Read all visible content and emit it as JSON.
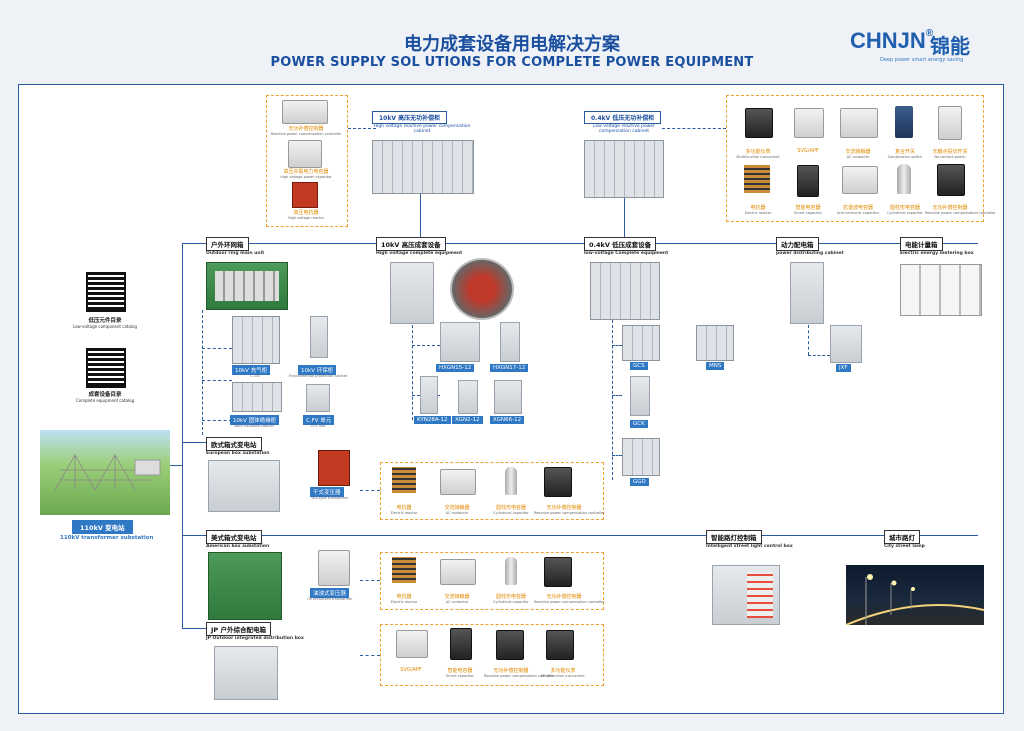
{
  "header": {
    "title_cn": "电力成套设备用电解决方案",
    "title_en": "POWER SUPPLY SOL UTIONS FOR COMPLETE POWER EQUIPMENT",
    "logo_text": "CHNJN",
    "logo_mark": "®",
    "logo_cn": "锦能",
    "slogan": "Deep power smart energy saving"
  },
  "catalogs": [
    {
      "cn": "低压元件目录",
      "en": "Low-voltage component catalog"
    },
    {
      "cn": "成套设备目录",
      "en": "Complete equipment catalog"
    }
  ],
  "substation": {
    "cn": "110kV 变电站",
    "en": "110kV transformer substation"
  },
  "hv_comp_items": [
    {
      "cn": "无功补偿控制器",
      "en": "Reactive power compensation controller"
    },
    {
      "cn": "高压并联电力电容器",
      "en": "High voltage power capacitor"
    },
    {
      "cn": "高压电抗器",
      "en": "High voltage reactor"
    }
  ],
  "hv_comp_cabinet": {
    "cn": "10kV 高压无功补偿柜",
    "en": "High voltage reactive power compensation cabinet"
  },
  "lv_comp_cabinet": {
    "cn": "0.4kV 低压无功补偿柜",
    "en": "Low voltage reactive power compensation cabinet"
  },
  "lv_comp_items": [
    {
      "cn": "多功能仪表",
      "en": "Multifunction instrument"
    },
    {
      "cn": "SVG/APF",
      "en": ""
    },
    {
      "cn": "交流接触器",
      "en": "AC contactor"
    },
    {
      "cn": "复合开关",
      "en": "Combination switch"
    },
    {
      "cn": "无触点投切开关",
      "en": "No contact switch"
    },
    {
      "cn": "电抗器",
      "en": "Electric reactor"
    },
    {
      "cn": "智能电容器",
      "en": "Smart capacitor"
    },
    {
      "cn": "抗谐波电容器",
      "en": "Anti-harmonic capacitor"
    },
    {
      "cn": "圆柱形电容器",
      "en": "Cylindrical capacitor"
    },
    {
      "cn": "无功补偿控制器",
      "en": "Reactive power compensation controller"
    }
  ],
  "main_bus": [
    {
      "cn": "户外环网箱",
      "en": "Outdoor ring main unit"
    },
    {
      "cn": "10kV 高压成套设备",
      "en": "High voltage complete equipment"
    },
    {
      "cn": "0.4kV 低压成套设备",
      "en": "low-voltage Complete equipment"
    },
    {
      "cn": "动力配电箱",
      "en": "power distributing cabinet"
    },
    {
      "cn": "电能计量箱",
      "en": "Electric energy metering box"
    }
  ],
  "ring_units": [
    {
      "cn": "10kV 充气柜",
      "en": "C-GIS"
    },
    {
      "cn": "10kV 环保柜",
      "en": "Environmental protection cabinet"
    },
    {
      "cn": "10kV 固体绝缘柜",
      "en": "Solid insulated cabinet"
    },
    {
      "cn": "C.FV 单元",
      "en": "CFV unit"
    }
  ],
  "hv_models": [
    "HXGN15-12",
    "HXGN17-12",
    "KYN28A-12",
    "XGN2-12",
    "XGN66-12"
  ],
  "lv_models": [
    "GCS",
    "MNS",
    "GCK",
    "GGD"
  ],
  "power_models": [
    "JXF"
  ],
  "eu_sub": {
    "cn": "欧式箱式变电站",
    "en": "European box substation",
    "transformer_cn": "干式变压器",
    "transformer_en": "Dry-type transformer"
  },
  "eu_items": [
    {
      "cn": "电抗器",
      "en": "Electric reactor"
    },
    {
      "cn": "交流接触器",
      "en": "AC contactor"
    },
    {
      "cn": "圆柱形电容器",
      "en": "Cylindrical capacitor"
    },
    {
      "cn": "无功补偿控制器",
      "en": "Reactive power compensation controller"
    }
  ],
  "us_sub": {
    "cn": "美式箱式变电站",
    "en": "American box substation",
    "transformer_cn": "油浸式变压器",
    "transformer_en": "Oil immersed transformer"
  },
  "us_items": [
    {
      "cn": "电抗器",
      "en": "Electric reactor"
    },
    {
      "cn": "交流接触器",
      "en": "AC contactor"
    },
    {
      "cn": "圆柱形电容器",
      "en": "Cylindrical capacitor"
    },
    {
      "cn": "无功补偿控制器",
      "en": "Reactive power compensation controller"
    }
  ],
  "street": {
    "control_cn": "智能路灯控制箱",
    "control_en": "Intelligent street light control box",
    "lamp_cn": "城市路灯",
    "lamp_en": "City street lamp"
  },
  "jp_box": {
    "cn": "JP 户外综合配电箱",
    "en": "JP Outdoor integrated distribution box"
  },
  "jp_items": [
    {
      "cn": "SVG/APF",
      "en": ""
    },
    {
      "cn": "智能电容器",
      "en": "Smart capacitor"
    },
    {
      "cn": "无功补偿控制器",
      "en": "Reactive power compensation controller"
    },
    {
      "cn": "多功能仪表",
      "en": "Multifunction instrument"
    }
  ],
  "colors": {
    "brand": "#1a4fa0",
    "accent": "#2f78c4",
    "orange": "#e08a00",
    "line": "#2a5aa0"
  }
}
